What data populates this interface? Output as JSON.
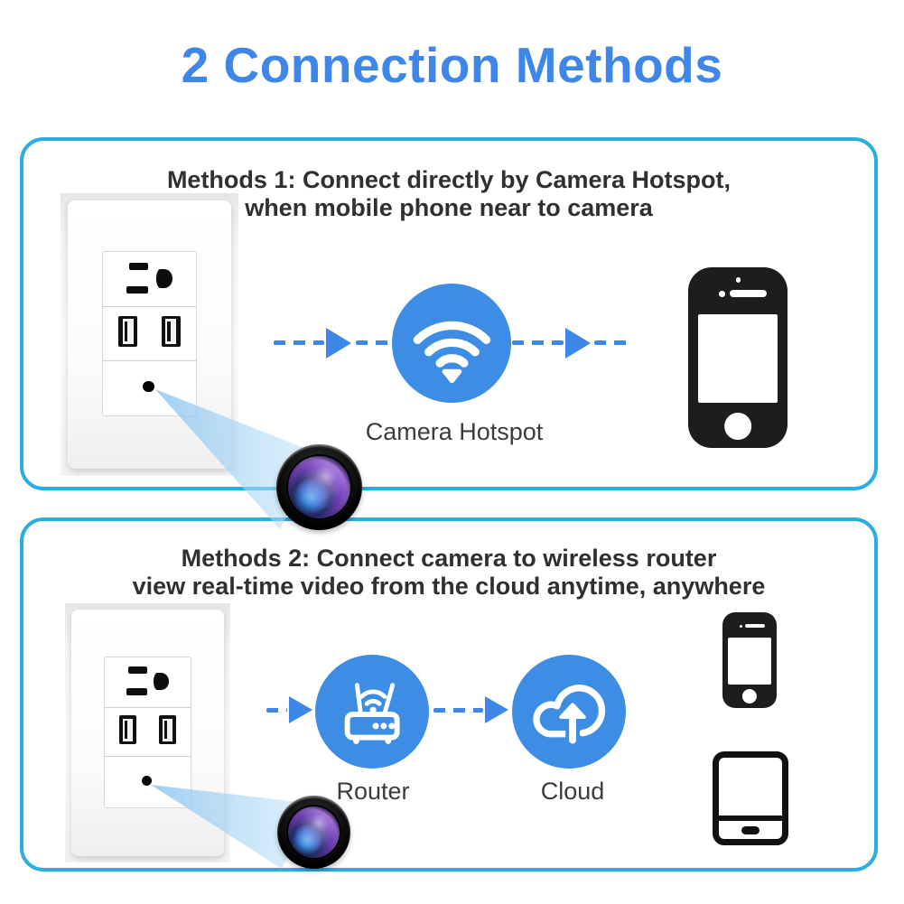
{
  "title": "2 Connection Methods",
  "colors": {
    "title-blue": "#3E86E8",
    "icon-blue": "#3D8DE4",
    "arrow-blue": "#3E86E8",
    "border-cyan": "#29ADE3",
    "heading-text": "#303030",
    "label-text": "#3C3C3C",
    "device-black": "#1D1D1F",
    "beam-blue": "#A9D4F4"
  },
  "method1": {
    "heading_line1": "Methods 1: Connect directly by Camera Hotspot,",
    "heading_line2": "when mobile phone near to camera",
    "hotspot_label": "Camera Hotspot"
  },
  "method2": {
    "heading_line1": "Methods 2: Connect camera to wireless router",
    "heading_line2": "view real-time video from the cloud anytime, anywhere",
    "router_label": "Router",
    "cloud_label": "Cloud"
  }
}
